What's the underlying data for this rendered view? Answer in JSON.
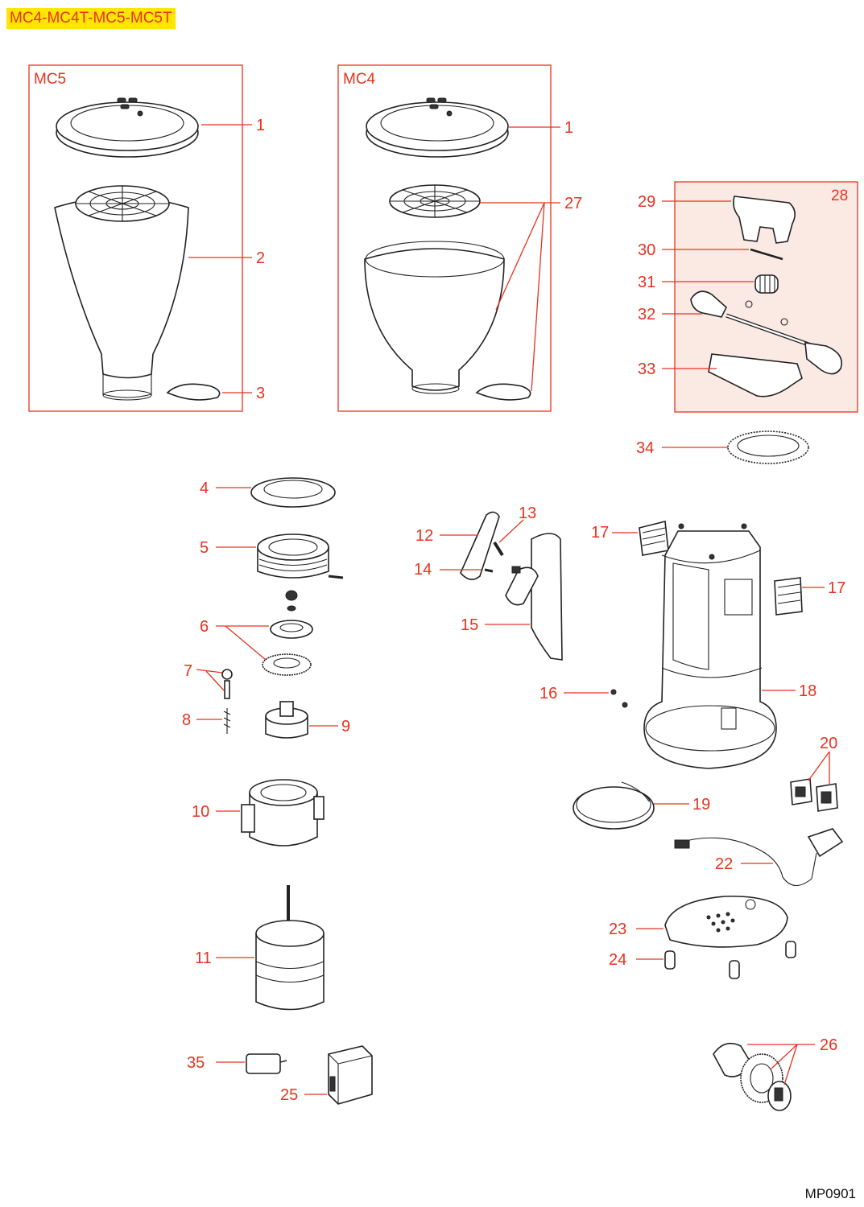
{
  "header": {
    "model_title": "MC4-MC4T-MC5-MC5T"
  },
  "groups": {
    "mc5": "MC5",
    "mc4": "MC4",
    "kit": "28"
  },
  "footer": {
    "drawing_code": "MP0901"
  },
  "colors": {
    "accent": "#e8321e",
    "title_bg": "#ffe600",
    "kit_bg": "#fbe9e4"
  },
  "callouts": {
    "mc5_1": "1",
    "mc5_2": "2",
    "mc5_3": "3",
    "mc4_1": "1",
    "mc4_27": "27",
    "p29": "29",
    "p30": "30",
    "p31": "31",
    "p32": "32",
    "p33": "33",
    "p34": "34",
    "p4": "4",
    "p5": "5",
    "p6": "6",
    "p7": "7",
    "p8": "8",
    "p9": "9",
    "p10": "10",
    "p11": "11",
    "p12": "12",
    "p13": "13",
    "p14": "14",
    "p15": "15",
    "p16": "16",
    "p17a": "17",
    "p17b": "17",
    "p18": "18",
    "p19": "19",
    "p20": "20",
    "p22": "22",
    "p23": "23",
    "p24": "24",
    "p25": "25",
    "p26": "26",
    "p35": "35"
  }
}
